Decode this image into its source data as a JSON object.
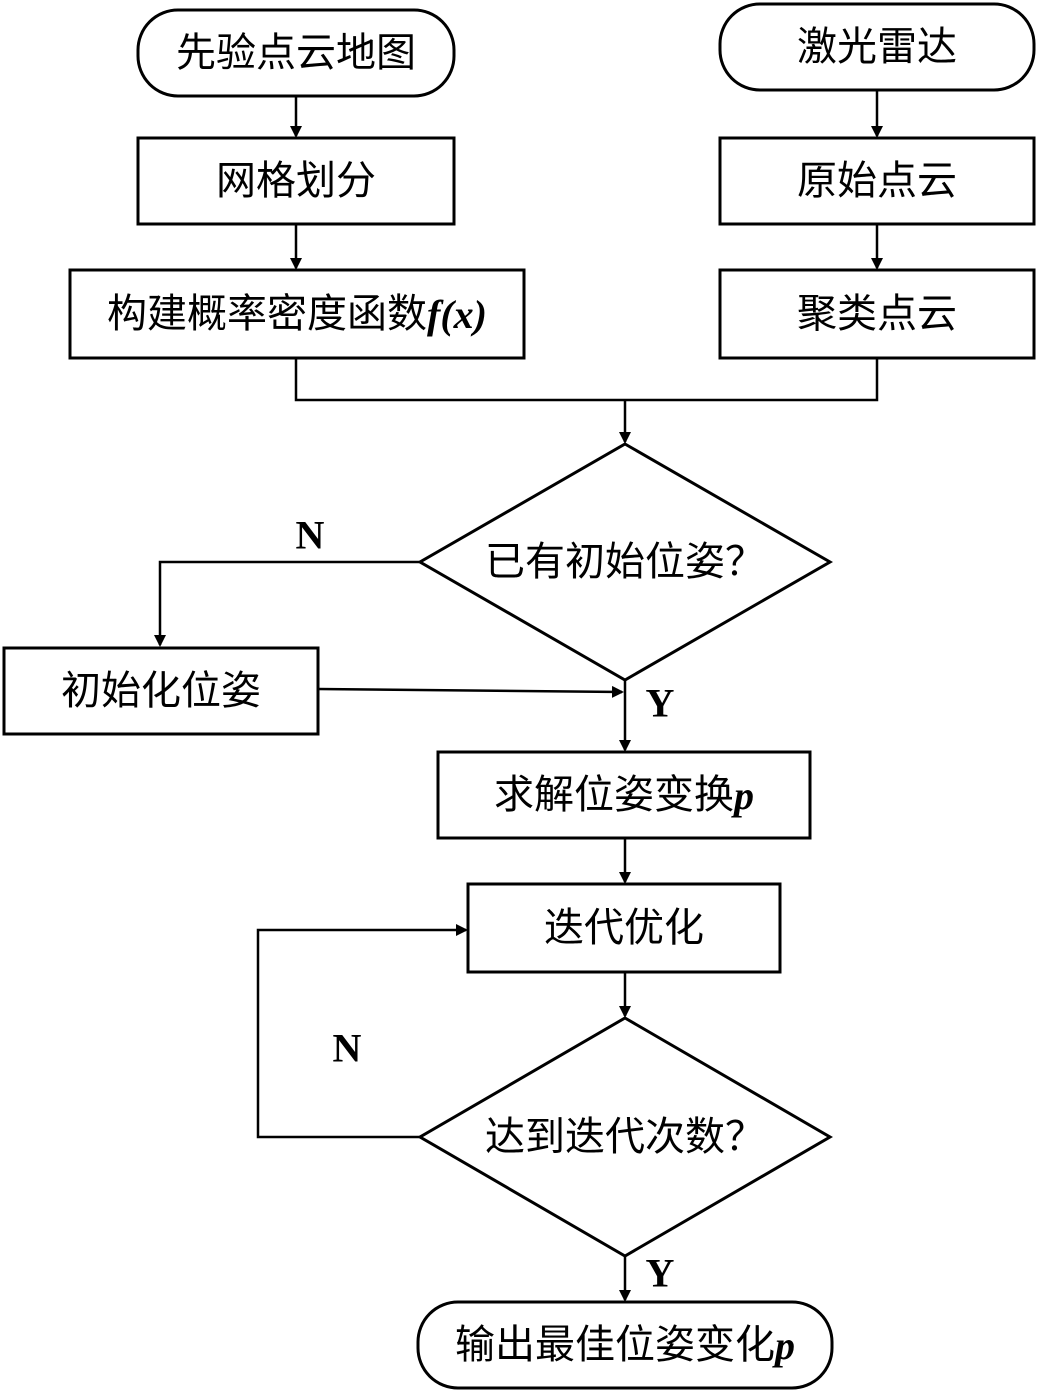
{
  "nodes": {
    "prior_map": "先验点云地图",
    "grid_partition": "网格划分",
    "build_pdf": "构建概率密度函数",
    "build_pdf_var": "f",
    "build_pdf_arg": "(x)",
    "lidar": "激光雷达",
    "raw_cloud": "原始点云",
    "cluster_cloud": "聚类点云",
    "has_initial_pose": "已有初始位姿？",
    "init_pose": "初始化位姿",
    "solve_transform": "求解位姿变换",
    "solve_transform_var": "p",
    "iterative_opt": "迭代优化",
    "reach_iterations": "达到迭代次数？",
    "output": "输出最佳位姿变化",
    "output_var": "p"
  },
  "edge_labels": {
    "pose_no": "N",
    "pose_yes": "Y",
    "iter_no": "N",
    "iter_yes": "Y"
  },
  "colors": {
    "stroke": "#000000",
    "fill": "#ffffff",
    "text": "#000000"
  }
}
